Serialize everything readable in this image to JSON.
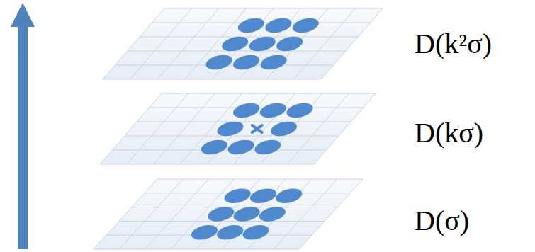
{
  "diagram": {
    "labels": [
      "D(k²σ)",
      "D(kσ)",
      "D(σ)"
    ]
  }
}
